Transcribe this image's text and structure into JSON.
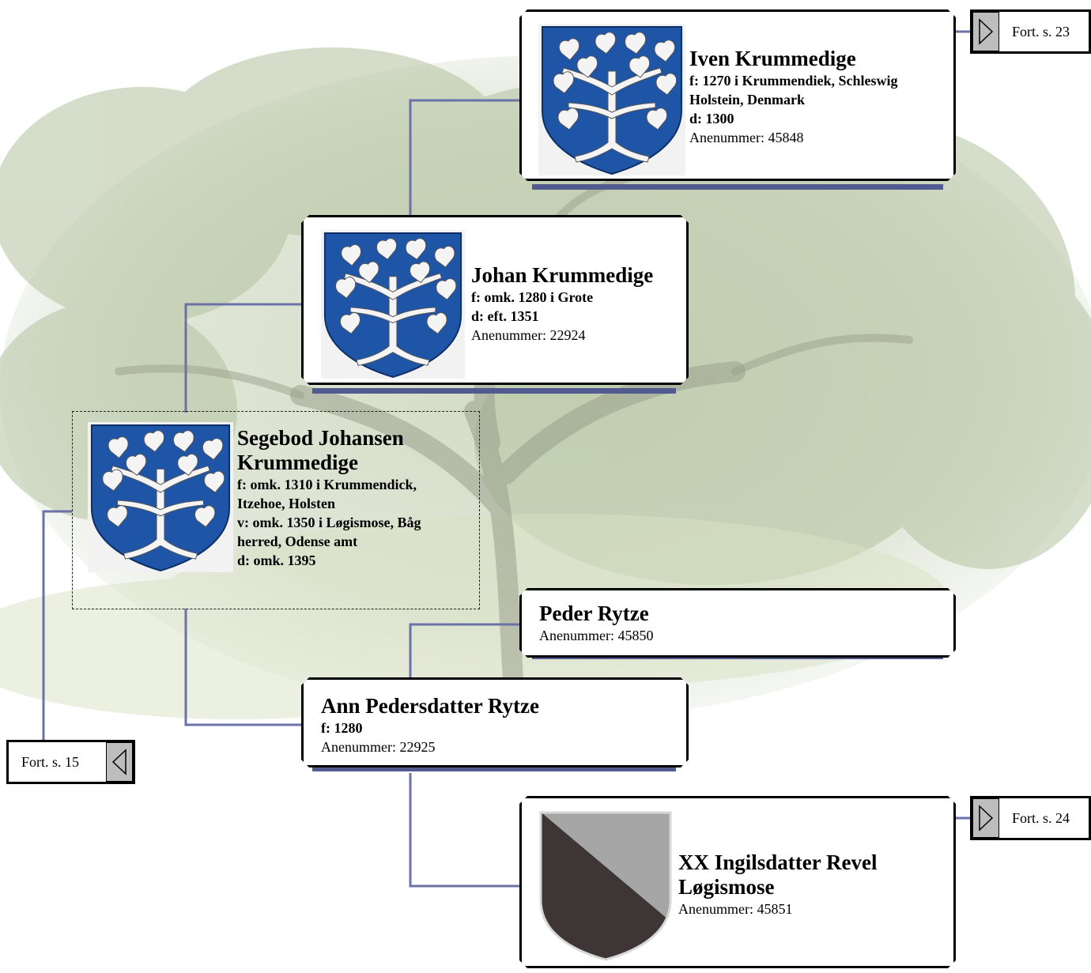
{
  "persons": {
    "iven": {
      "name": "Iven Krummedige",
      "facts": [
        "f: 1270 i Krummendiek, Schleswig",
        "Holstein, Denmark",
        "d: 1300"
      ],
      "anenummer": "Anenummer: 45848",
      "shield": "tree-coat-of-arms"
    },
    "johan": {
      "name": "Johan Krummedige",
      "facts": [
        "f: omk. 1280 i Grote",
        "d: eft. 1351"
      ],
      "anenummer": "Anenummer: 22924",
      "shield": "tree-coat-of-arms"
    },
    "segebod": {
      "name_line1": "Segebod Johansen",
      "name_line2": "Krummedige",
      "facts": [
        "f: omk. 1310 i Krummendick,",
        "Itzehoe, Holsten",
        "v: omk. 1350 i Løgismose, Båg",
        "herred, Odense amt",
        "d: omk. 1395"
      ],
      "shield": "tree-coat-of-arms"
    },
    "peder": {
      "name": "Peder Rytze",
      "anenummer": "Anenummer: 45850"
    },
    "ann": {
      "name": "Ann Pedersdatter Rytze",
      "facts": [
        "f: 1280"
      ],
      "anenummer": "Anenummer: 22925"
    },
    "xx": {
      "name_line1": "XX Ingilsdatter Revel",
      "name_line2": "Løgismose",
      "anenummer": "Anenummer: 45851",
      "shield": "diagonal-party-coat-of-arms"
    }
  },
  "continuations": {
    "p23": "Fort. s. 23",
    "p24": "Fort. s. 24",
    "p15": "Fort. s. 15"
  },
  "colors": {
    "connector": "#6a72a8",
    "shadow": "#525b8f",
    "shield_blue": "#1f55a6",
    "shield_dark": "#3d3536",
    "shield_light": "#a6a6a6"
  }
}
